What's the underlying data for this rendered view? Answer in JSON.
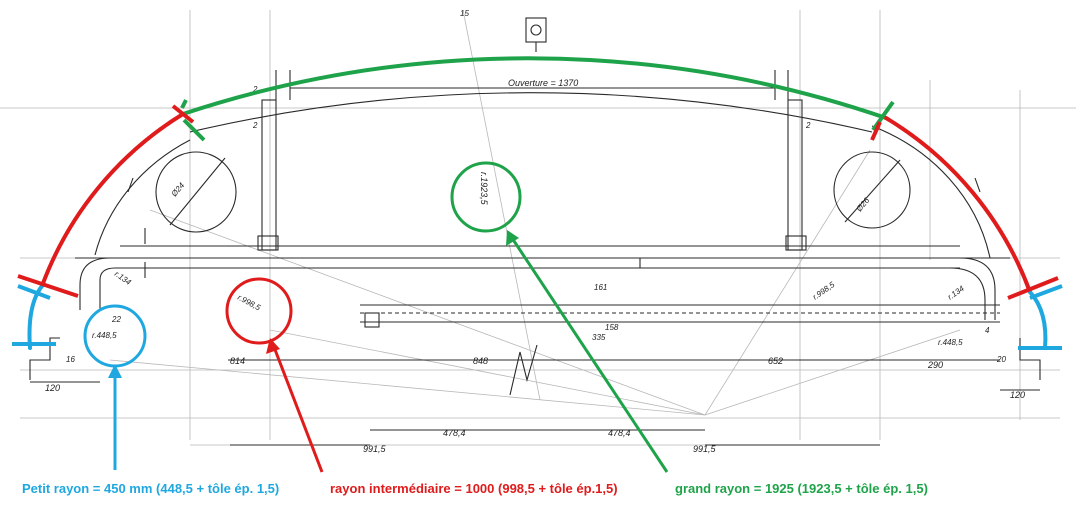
{
  "drawing": {
    "dimensions": {
      "ouverture": "Ouverture = 1370",
      "d814": "814",
      "d848": "848",
      "d652": "652",
      "d290": "290",
      "d120_left": "120",
      "d120_right": "120",
      "d9915_left": "991,5",
      "d9915_right": "991,5",
      "d4784_left": "478,4",
      "d4784_right": "478,4",
      "d16": "16",
      "d20": "20",
      "d22": "22",
      "d161": "161",
      "d158": "158",
      "d335": "335",
      "d15": "15",
      "d2_a": "2",
      "d2_b": "2",
      "d2_c": "2",
      "d4": "4"
    },
    "radius_labels": {
      "r_left_small": "r.448,5",
      "r_right_small": "r.448,5",
      "r_left_mid": "r.998,5",
      "r_right_mid": "r.998,5",
      "r_big": "r.1923,5",
      "r_inner_left": "r.134",
      "r_inner_right": "r.134"
    },
    "circles": {
      "left_diameter": "Ø24",
      "right_diameter": "Ø26"
    }
  },
  "captions": {
    "petit": "Petit rayon = 450 mm (448,5 + tôle ép. 1,5)",
    "intermediaire": "rayon intermédiaire = 1000 (998,5 + tôle ép.1,5)",
    "grand": "grand rayon = 1925 (1923,5 + tôle ép. 1,5)"
  },
  "colors": {
    "petit": "#1fa8e0",
    "intermediaire": "#e01b1b",
    "grand": "#1fa34a",
    "ink": "#2a2a2a"
  }
}
